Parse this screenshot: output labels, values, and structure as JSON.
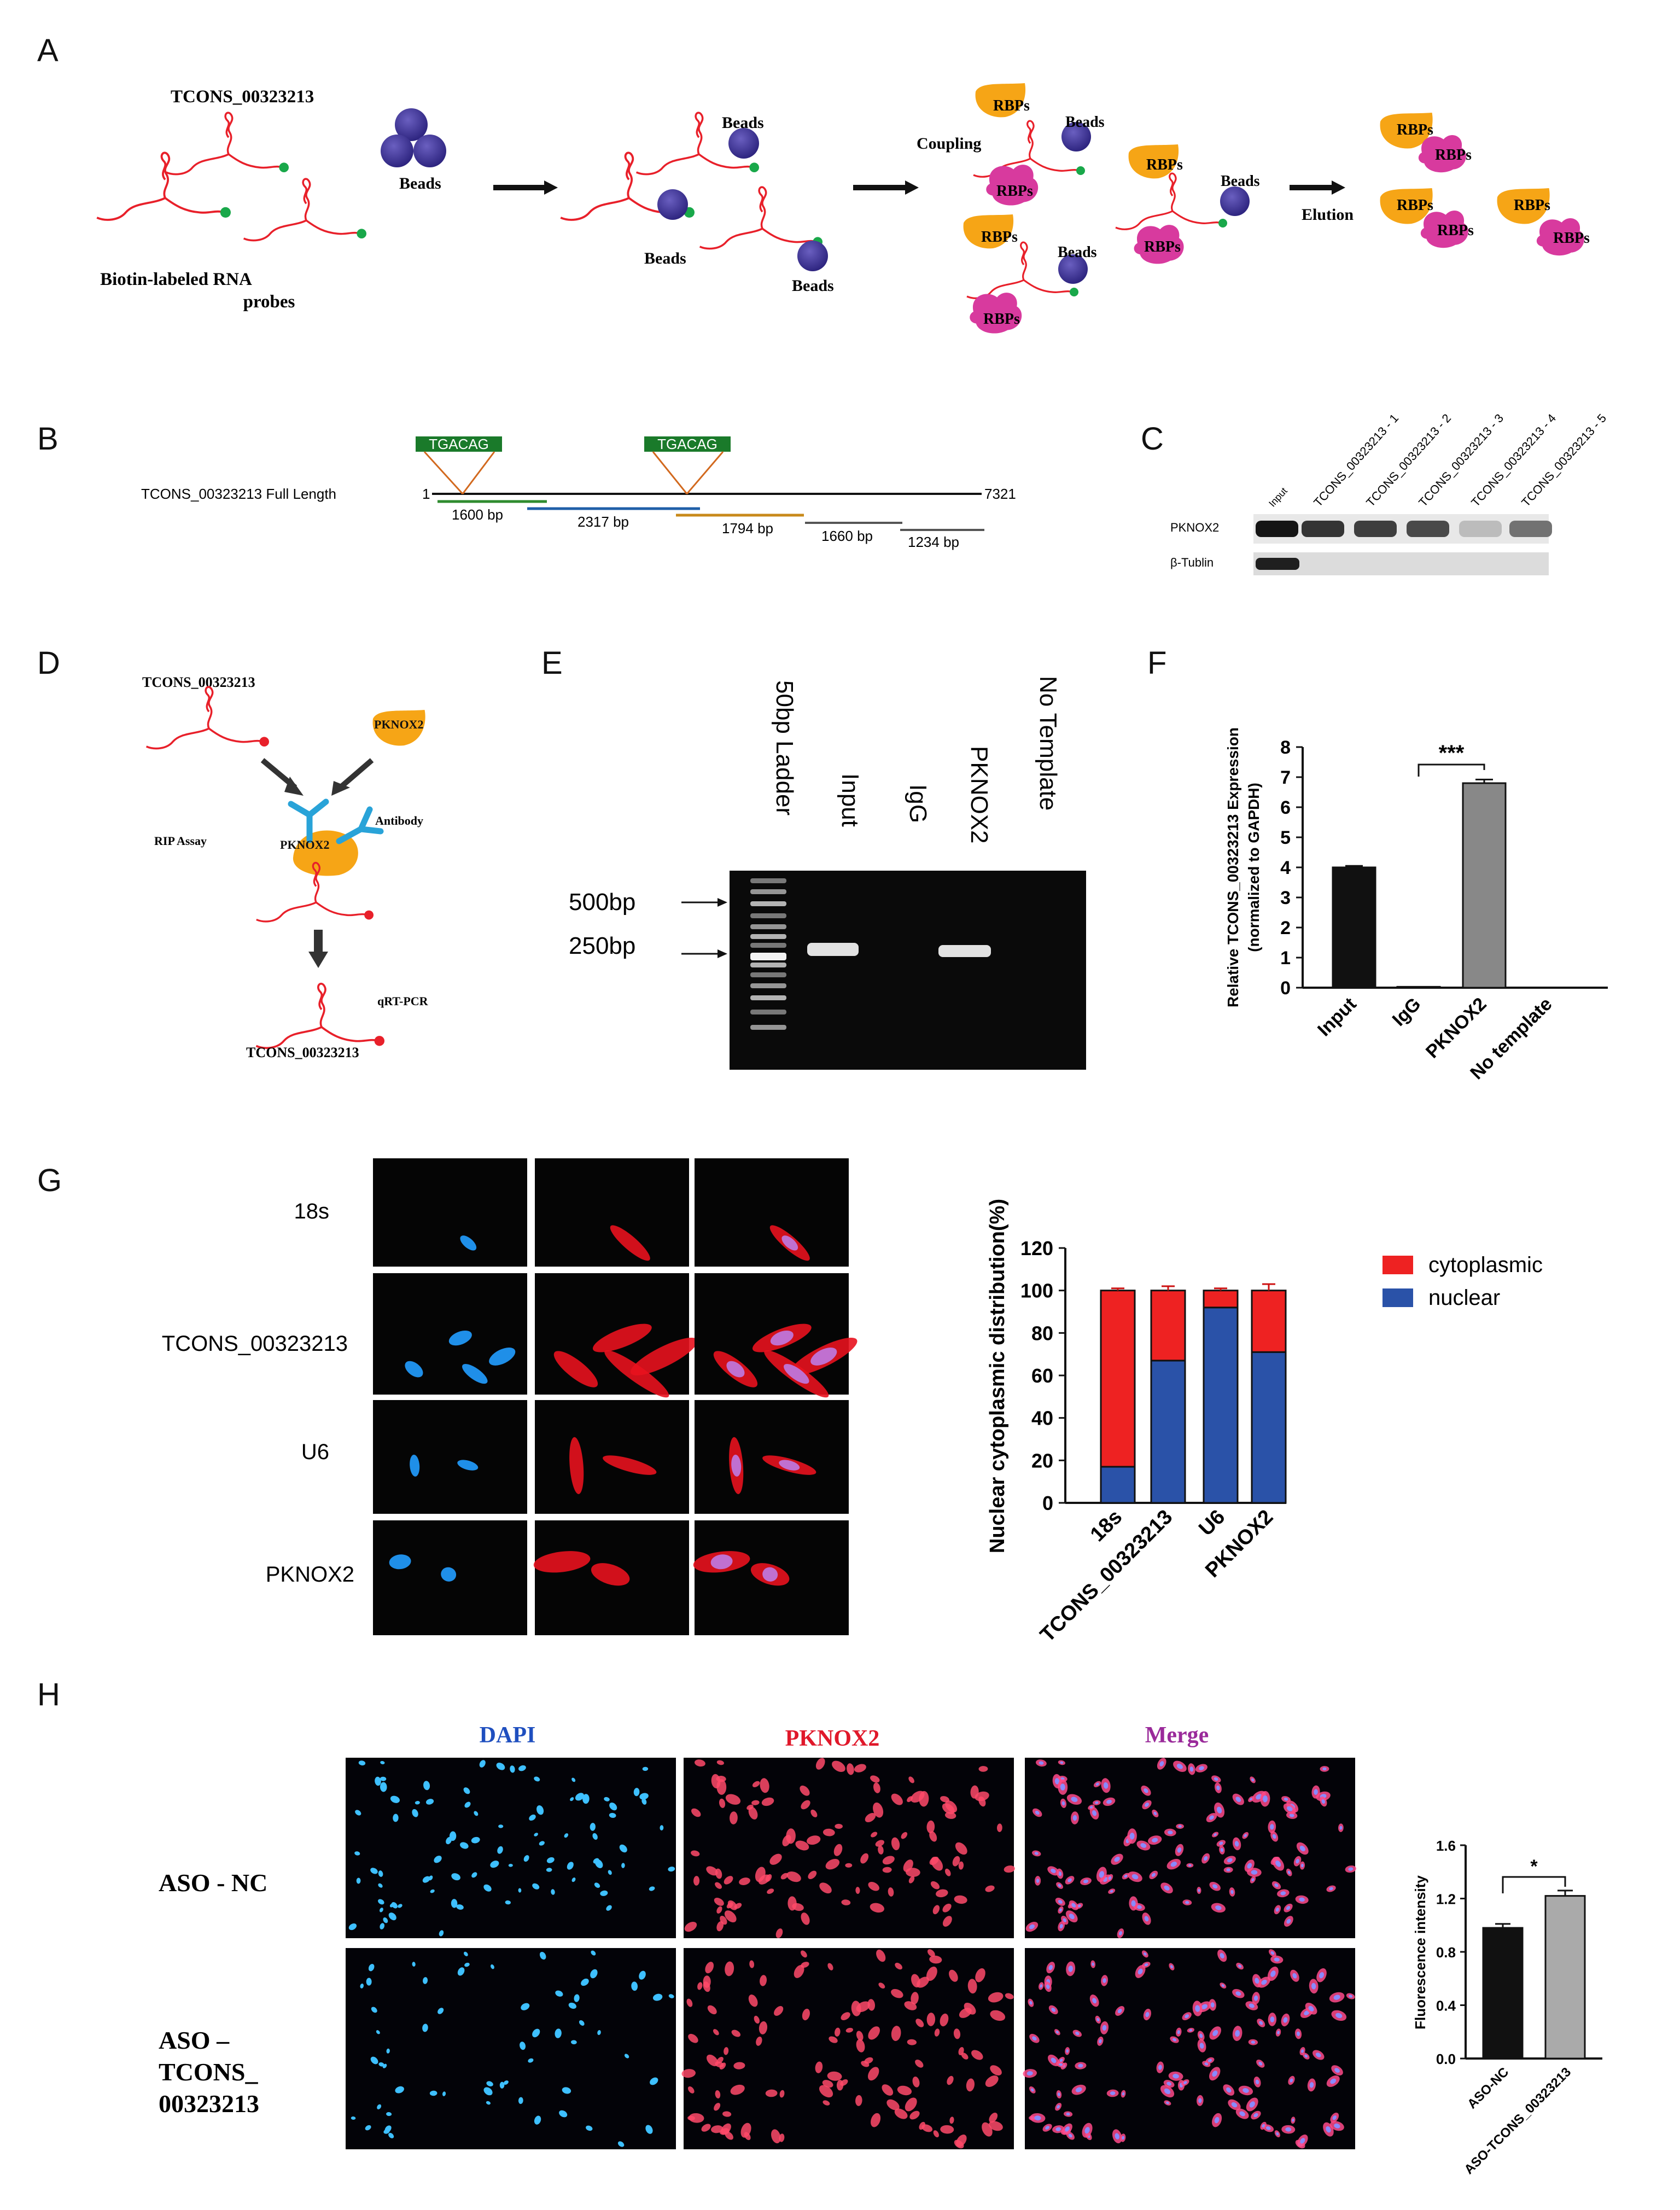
{
  "panel_letters": [
    "A",
    "B",
    "C",
    "D",
    "E",
    "F",
    "G",
    "H"
  ],
  "panelA": {
    "probe_name": "TCONS_00323213",
    "beads": "Beads",
    "probe_caption_1": "Biotin-labeled RNA",
    "probe_caption_2": "probes",
    "coupling": "Coupling",
    "rbps": "RBPs",
    "elution": "Elution"
  },
  "panelB": {
    "full_length_label": "TCONS_00323213 Full Length",
    "start": "1",
    "end": "7321",
    "motif": "TGACAG",
    "segments": [
      "1600 bp",
      "2317 bp",
      "1794 bp",
      "1660 bp",
      "1234 bp"
    ],
    "segment_colors": [
      "#2e8b2e",
      "#1f5fa8",
      "#c88a1a",
      "#555555",
      "#555555"
    ]
  },
  "panelC": {
    "lanes": [
      "Input",
      "TCONS_00323213 - 1",
      "TCONS_00323213 - 2",
      "TCONS_00323213 - 3",
      "TCONS_00323213 - 4",
      "TCONS_00323213 - 5"
    ],
    "rows": [
      "PKNOX2",
      "β-Tublin"
    ],
    "pknox2_intensity": [
      1.0,
      0.85,
      0.8,
      0.75,
      0.2,
      0.55
    ],
    "tubulin_intensity": [
      0.95,
      0,
      0,
      0,
      0,
      0
    ]
  },
  "panelD": {
    "top_rna": "TCONS_00323213",
    "protein": "PKNOX2",
    "antibody": "Antibody",
    "rip": "RIP Assay",
    "qrt": "qRT-PCR",
    "bottom_rna": "TCONS_00323213"
  },
  "panelE": {
    "lanes": [
      "50bp Ladder",
      "Input",
      "IgG",
      "PKNOX2",
      "No Template"
    ],
    "markers": [
      "500bp",
      "250bp"
    ]
  },
  "panelF": {
    "chart_data": {
      "type": "bar",
      "categories": [
        "Input",
        "IgG",
        "PKNOX2",
        "No template"
      ],
      "values": [
        4.0,
        0.03,
        6.8,
        0.0
      ],
      "errors": [
        0.05,
        0.0,
        0.12,
        0.0
      ],
      "bar_colors": [
        "#111111",
        "#ffffff",
        "#888888",
        "#ffffff"
      ],
      "ylabel_1": "Relative TCONS_00323213 Expression",
      "ylabel_2": "(normalized to GAPDH)",
      "ylim": [
        0,
        8
      ],
      "yticks": [
        "0",
        "1",
        "2",
        "3",
        "4",
        "5",
        "6",
        "7",
        "8"
      ],
      "significance": "***",
      "significance_between": [
        "IgG",
        "PKNOX2"
      ]
    }
  },
  "panelG": {
    "row_labels": [
      "18s",
      "TCONS_00323213",
      "U6",
      "PKNOX2"
    ],
    "chart_data": {
      "type": "bar",
      "stacked": true,
      "categories": [
        "18s",
        "TCONS_00323213",
        "U6",
        "PKNOX2"
      ],
      "series": [
        {
          "name": "nuclear",
          "values": [
            17,
            67,
            92,
            71
          ],
          "color": "#2a52a8"
        },
        {
          "name": "cytoplasmic",
          "values": [
            83,
            33,
            8,
            29
          ],
          "color": "#ee2222"
        }
      ],
      "errors_top": [
        1,
        2,
        1,
        3
      ],
      "ylabel": "Nuclear cytoplasmic distribution(%)",
      "ylim": [
        0,
        120
      ],
      "yticks": [
        "0",
        "20",
        "40",
        "60",
        "80",
        "100",
        "120"
      ],
      "legend_position": "right"
    }
  },
  "panelH": {
    "col_labels": [
      "DAPI",
      "PKNOX2",
      "Merge"
    ],
    "col_colors": [
      "#1f4fbf",
      "#e0182a",
      "#9a2a9a"
    ],
    "row_label_1": "ASO - NC",
    "row_label_2a": "ASO –",
    "row_label_2b": "TCONS_",
    "row_label_2c": "00323213",
    "chart_data": {
      "type": "bar",
      "categories": [
        "ASO-NC",
        "ASO-TCONS_00323213"
      ],
      "values": [
        0.98,
        1.22
      ],
      "errors": [
        0.03,
        0.04
      ],
      "bar_colors": [
        "#111111",
        "#aaaaaa"
      ],
      "ylabel": "Fluorescence intensity",
      "ylim": [
        0,
        1.6
      ],
      "yticks": [
        "0.0",
        "0.4",
        "0.8",
        "1.2",
        "1.6"
      ],
      "significance": "*"
    }
  }
}
